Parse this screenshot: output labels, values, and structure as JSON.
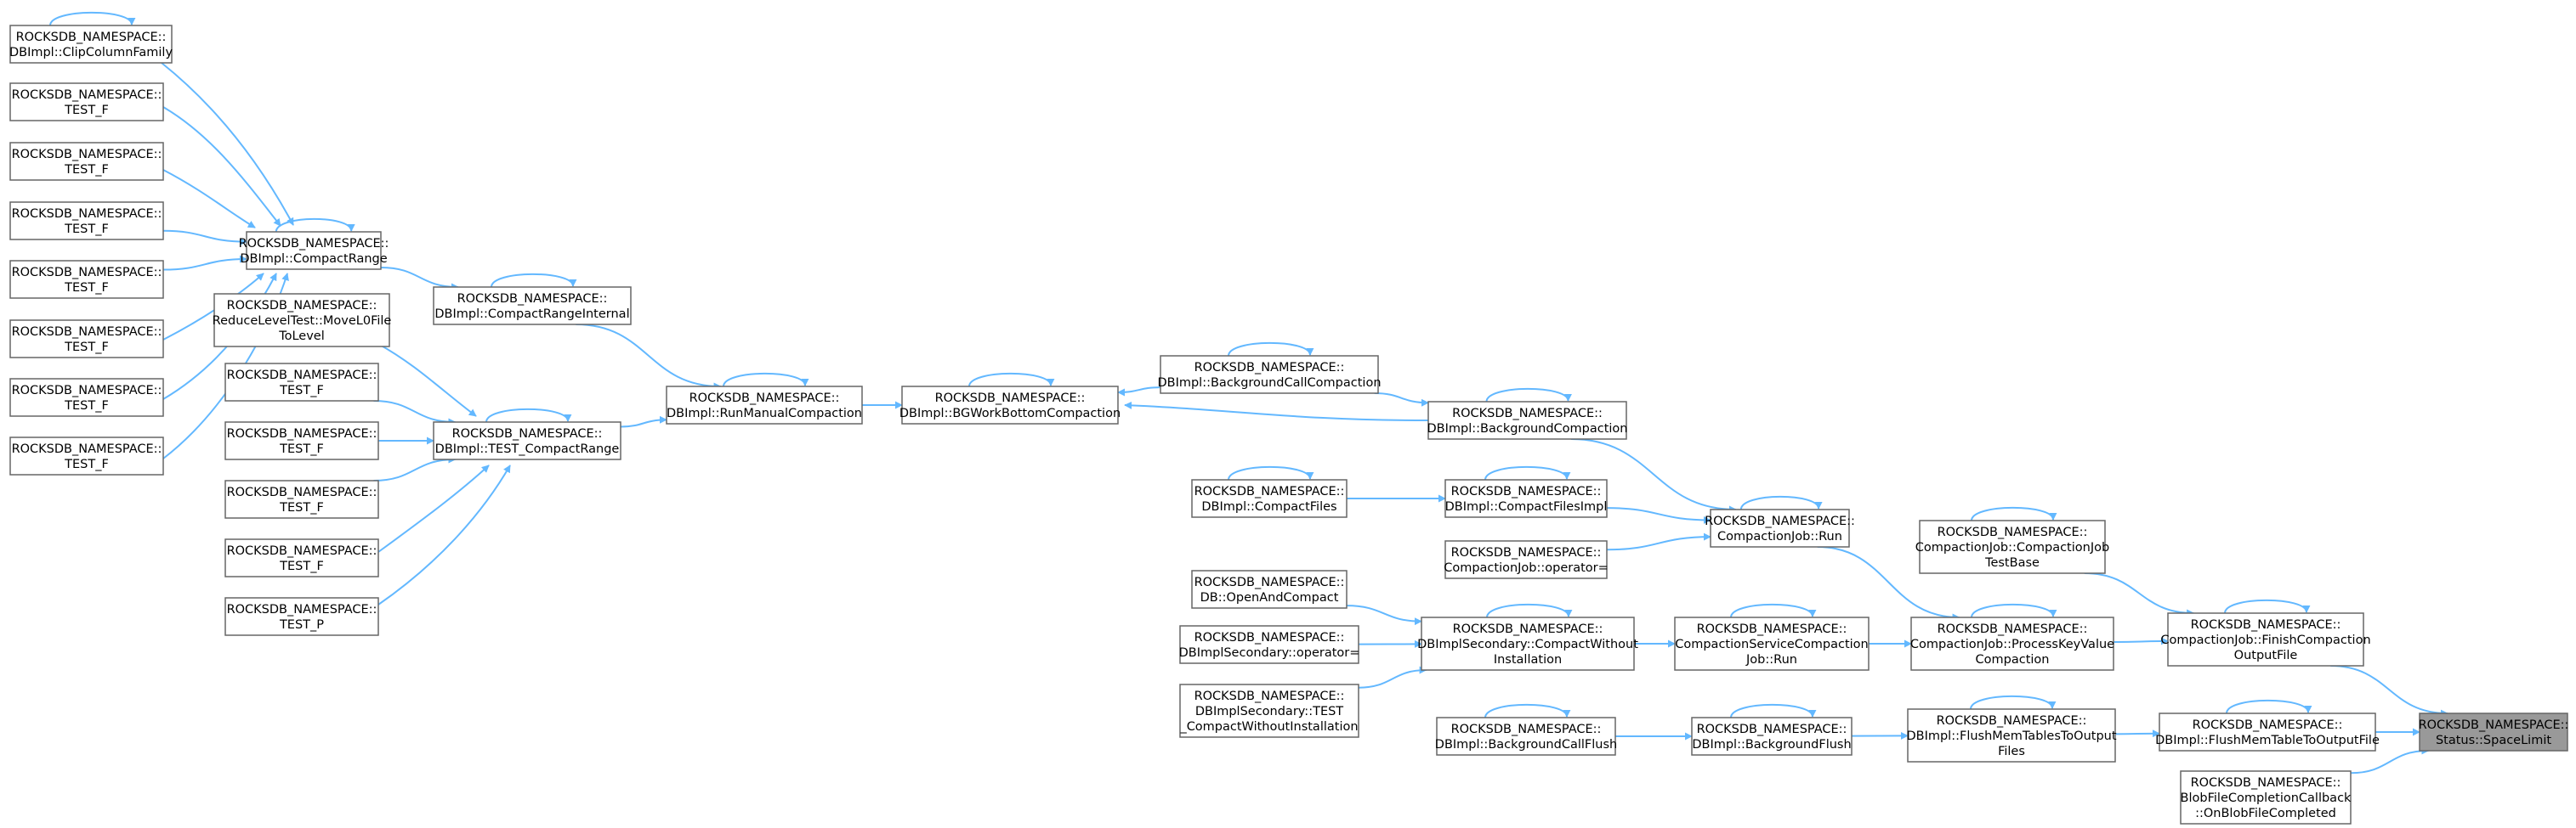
{
  "graph": {
    "colors": {
      "edge": "#63b8ff",
      "node_border": "#666666",
      "node_fill": "#ffffff",
      "focus_fill": "#999999"
    },
    "nodes": [
      {
        "id": "spacelimit",
        "lines": [
          "ROCKSDB_NAMESPACE::",
          "Status::SpaceLimit"
        ],
        "focus": true
      },
      {
        "id": "finishcompaction",
        "lines": [
          "ROCKSDB_NAMESPACE::",
          "CompactionJob::FinishCompaction",
          "OutputFile"
        ]
      },
      {
        "id": "flushmemtabletooutput",
        "lines": [
          "ROCKSDB_NAMESPACE::",
          "DBImpl::FlushMemTableToOutputFile"
        ]
      },
      {
        "id": "blobfilecompleted",
        "lines": [
          "ROCKSDB_NAMESPACE::",
          "BlobFileCompletionCallback",
          "::OnBlobFileCompleted"
        ]
      },
      {
        "id": "compactionjobtestbase",
        "lines": [
          "ROCKSDB_NAMESPACE::",
          "CompactionJob::CompactionJob",
          "TestBase"
        ]
      },
      {
        "id": "processkeyvalue",
        "lines": [
          "ROCKSDB_NAMESPACE::",
          "CompactionJob::ProcessKeyValue",
          "Compaction"
        ]
      },
      {
        "id": "flushmemtablestooutput",
        "lines": [
          "ROCKSDB_NAMESPACE::",
          "DBImpl::FlushMemTablesToOutput",
          "Files"
        ]
      },
      {
        "id": "compactionjobrun",
        "lines": [
          "ROCKSDB_NAMESPACE::",
          "CompactionJob::Run"
        ]
      },
      {
        "id": "compactionservicerun",
        "lines": [
          "ROCKSDB_NAMESPACE::",
          "CompactionServiceCompaction",
          "Job::Run"
        ]
      },
      {
        "id": "backgroundflush",
        "lines": [
          "ROCKSDB_NAMESPACE::",
          "DBImpl::BackgroundFlush"
        ]
      },
      {
        "id": "backgroundcompaction",
        "lines": [
          "ROCKSDB_NAMESPACE::",
          "DBImpl::BackgroundCompaction"
        ]
      },
      {
        "id": "compactfilesimpl",
        "lines": [
          "ROCKSDB_NAMESPACE::",
          "DBImpl::CompactFilesImpl"
        ]
      },
      {
        "id": "compactionjobop",
        "lines": [
          "ROCKSDB_NAMESPACE::",
          "CompactionJob::operator="
        ]
      },
      {
        "id": "compactwithoutinstall",
        "lines": [
          "ROCKSDB_NAMESPACE::",
          "DBImplSecondary::CompactWithout",
          "Installation"
        ]
      },
      {
        "id": "backgroundcallflush",
        "lines": [
          "ROCKSDB_NAMESPACE::",
          "DBImpl::BackgroundCallFlush"
        ]
      },
      {
        "id": "backgroundcallcompaction",
        "lines": [
          "ROCKSDB_NAMESPACE::",
          "DBImpl::BackgroundCallCompaction"
        ]
      },
      {
        "id": "compactfiles",
        "lines": [
          "ROCKSDB_NAMESPACE::",
          "DBImpl::CompactFiles"
        ]
      },
      {
        "id": "openandcompact",
        "lines": [
          "ROCKSDB_NAMESPACE::",
          "DB::OpenAndCompact"
        ]
      },
      {
        "id": "secondaryop",
        "lines": [
          "ROCKSDB_NAMESPACE::",
          "DBImplSecondary::operator="
        ]
      },
      {
        "id": "secondarytest",
        "lines": [
          "ROCKSDB_NAMESPACE::",
          "DBImplSecondary::TEST",
          "_CompactWithoutInstallation"
        ]
      },
      {
        "id": "bgworkbottom",
        "lines": [
          "ROCKSDB_NAMESPACE::",
          "DBImpl::BGWorkBottomCompaction"
        ]
      },
      {
        "id": "runmanualcompaction",
        "lines": [
          "ROCKSDB_NAMESPACE::",
          "DBImpl::RunManualCompaction"
        ]
      },
      {
        "id": "compactrangeinternal",
        "lines": [
          "ROCKSDB_NAMESPACE::",
          "DBImpl::CompactRangeInternal"
        ]
      },
      {
        "id": "testcompactrange",
        "lines": [
          "ROCKSDB_NAMESPACE::",
          "DBImpl::TEST_CompactRange"
        ]
      },
      {
        "id": "compactrange",
        "lines": [
          "ROCKSDB_NAMESPACE::",
          "DBImpl::CompactRange"
        ]
      },
      {
        "id": "movel0",
        "lines": [
          "ROCKSDB_NAMESPACE::",
          "ReduceLevelTest::MoveL0File",
          "ToLevel"
        ]
      },
      {
        "id": "tf_m1",
        "lines": [
          "ROCKSDB_NAMESPACE::",
          "TEST_F"
        ]
      },
      {
        "id": "tf_m2",
        "lines": [
          "ROCKSDB_NAMESPACE::",
          "TEST_F"
        ]
      },
      {
        "id": "tf_m3",
        "lines": [
          "ROCKSDB_NAMESPACE::",
          "TEST_F"
        ]
      },
      {
        "id": "tf_m4",
        "lines": [
          "ROCKSDB_NAMESPACE::",
          "TEST_F"
        ]
      },
      {
        "id": "tp_m5",
        "lines": [
          "ROCKSDB_NAMESPACE::",
          "TEST_P"
        ]
      },
      {
        "id": "clipcolumnfamily",
        "lines": [
          "ROCKSDB_NAMESPACE::",
          "DBImpl::ClipColumnFamily"
        ]
      },
      {
        "id": "tf_l1",
        "lines": [
          "ROCKSDB_NAMESPACE::",
          "TEST_F"
        ]
      },
      {
        "id": "tf_l2",
        "lines": [
          "ROCKSDB_NAMESPACE::",
          "TEST_F"
        ]
      },
      {
        "id": "tf_l3",
        "lines": [
          "ROCKSDB_NAMESPACE::",
          "TEST_F"
        ]
      },
      {
        "id": "tf_l4",
        "lines": [
          "ROCKSDB_NAMESPACE::",
          "TEST_F"
        ]
      },
      {
        "id": "tf_l5",
        "lines": [
          "ROCKSDB_NAMESPACE::",
          "TEST_F"
        ]
      },
      {
        "id": "tf_l6",
        "lines": [
          "ROCKSDB_NAMESPACE::",
          "TEST_F"
        ]
      },
      {
        "id": "tf_l7",
        "lines": [
          "ROCKSDB_NAMESPACE::",
          "TEST_F"
        ]
      }
    ],
    "edges": [
      {
        "from": "finishcompaction",
        "to": "spacelimit"
      },
      {
        "from": "flushmemtabletooutput",
        "to": "spacelimit"
      },
      {
        "from": "blobfilecompleted",
        "to": "spacelimit"
      },
      {
        "from": "compactionjobtestbase",
        "to": "finishcompaction"
      },
      {
        "from": "processkeyvalue",
        "to": "finishcompaction"
      },
      {
        "from": "flushmemtablestooutput",
        "to": "flushmemtabletooutput"
      },
      {
        "from": "compactionjobrun",
        "to": "processkeyvalue"
      },
      {
        "from": "compactionservicerun",
        "to": "processkeyvalue"
      },
      {
        "from": "backgroundflush",
        "to": "flushmemtablestooutput"
      },
      {
        "from": "backgroundcompaction",
        "to": "compactionjobrun"
      },
      {
        "from": "compactfilesimpl",
        "to": "compactionjobrun"
      },
      {
        "from": "compactionjobop",
        "to": "compactionjobrun"
      },
      {
        "from": "compactwithoutinstall",
        "to": "compactionservicerun"
      },
      {
        "from": "backgroundcallflush",
        "to": "backgroundflush"
      },
      {
        "from": "backgroundcallcompaction",
        "to": "backgroundcompaction"
      },
      {
        "from": "compactfiles",
        "to": "compactfilesimpl"
      },
      {
        "from": "openandcompact",
        "to": "compactwithoutinstall"
      },
      {
        "from": "secondaryop",
        "to": "compactwithoutinstall"
      },
      {
        "from": "secondarytest",
        "to": "compactwithoutinstall"
      },
      {
        "from": "backgroundcompaction",
        "to": "bgworkbottom"
      },
      {
        "from": "backgroundcallcompaction",
        "to": "bgworkbottom"
      },
      {
        "from": "runmanualcompaction",
        "to": "bgworkbottom"
      },
      {
        "from": "compactrangeinternal",
        "to": "runmanualcompaction"
      },
      {
        "from": "testcompactrange",
        "to": "runmanualcompaction"
      },
      {
        "from": "compactrange",
        "to": "compactrangeinternal"
      },
      {
        "from": "movel0",
        "to": "testcompactrange"
      },
      {
        "from": "tf_m1",
        "to": "testcompactrange"
      },
      {
        "from": "tf_m2",
        "to": "testcompactrange"
      },
      {
        "from": "tf_m3",
        "to": "testcompactrange"
      },
      {
        "from": "tf_m4",
        "to": "testcompactrange"
      },
      {
        "from": "tp_m5",
        "to": "testcompactrange"
      },
      {
        "from": "clipcolumnfamily",
        "to": "compactrange"
      },
      {
        "from": "tf_l1",
        "to": "compactrange"
      },
      {
        "from": "tf_l2",
        "to": "compactrange"
      },
      {
        "from": "tf_l3",
        "to": "compactrange"
      },
      {
        "from": "tf_l4",
        "to": "compactrange"
      },
      {
        "from": "tf_l5",
        "to": "compactrange"
      },
      {
        "from": "tf_l6",
        "to": "compactrange"
      },
      {
        "from": "tf_l7",
        "to": "compactrange"
      },
      {
        "from": "clipcolumnfamily",
        "to": "clipcolumnfamily"
      },
      {
        "from": "compactrange",
        "to": "compactrange"
      },
      {
        "from": "compactrangeinternal",
        "to": "compactrangeinternal"
      },
      {
        "from": "testcompactrange",
        "to": "testcompactrange"
      },
      {
        "from": "runmanualcompaction",
        "to": "runmanualcompaction"
      },
      {
        "from": "bgworkbottom",
        "to": "bgworkbottom"
      },
      {
        "from": "backgroundcallcompaction",
        "to": "backgroundcallcompaction"
      },
      {
        "from": "backgroundcompaction",
        "to": "backgroundcompaction"
      },
      {
        "from": "compactfiles",
        "to": "compactfiles"
      },
      {
        "from": "compactfilesimpl",
        "to": "compactfilesimpl"
      },
      {
        "from": "compactionjobrun",
        "to": "compactionjobrun"
      },
      {
        "from": "compactwithoutinstall",
        "to": "compactwithoutinstall"
      },
      {
        "from": "compactionservicerun",
        "to": "compactionservicerun"
      },
      {
        "from": "processkeyvalue",
        "to": "processkeyvalue"
      },
      {
        "from": "finishcompaction",
        "to": "finishcompaction"
      },
      {
        "from": "compactionjobtestbase",
        "to": "compactionjobtestbase"
      },
      {
        "from": "backgroundcallflush",
        "to": "backgroundcallflush"
      },
      {
        "from": "backgroundflush",
        "to": "backgroundflush"
      },
      {
        "from": "flushmemtablestooutput",
        "to": "flushmemtablestooutput"
      },
      {
        "from": "flushmemtabletooutput",
        "to": "flushmemtabletooutput"
      }
    ]
  }
}
